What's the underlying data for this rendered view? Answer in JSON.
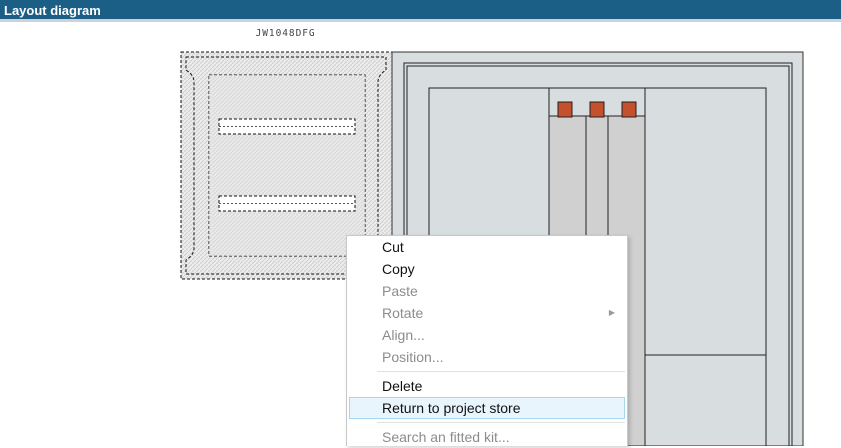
{
  "window": {
    "title": "Layout diagram"
  },
  "diagram": {
    "part_label": "JW1048DFG",
    "colors": {
      "enclosure_fill": "#d8dde0",
      "component": "#c4502c",
      "rail": "#d0d0d0",
      "outline": "#222222"
    }
  },
  "context_menu": {
    "items": [
      {
        "label": "Cut",
        "enabled": true
      },
      {
        "label": "Copy",
        "enabled": true
      },
      {
        "label": "Paste",
        "enabled": false
      },
      {
        "label": "Rotate",
        "enabled": false,
        "submenu": true
      },
      {
        "label": "Align...",
        "enabled": false
      },
      {
        "label": "Position...",
        "enabled": false
      },
      {
        "label": "Delete",
        "enabled": true
      },
      {
        "label": "Return to project store",
        "enabled": true,
        "highlighted": true
      },
      {
        "label": "Search an fitted kit...",
        "enabled": false
      }
    ],
    "submenu_arrow": "▶"
  }
}
